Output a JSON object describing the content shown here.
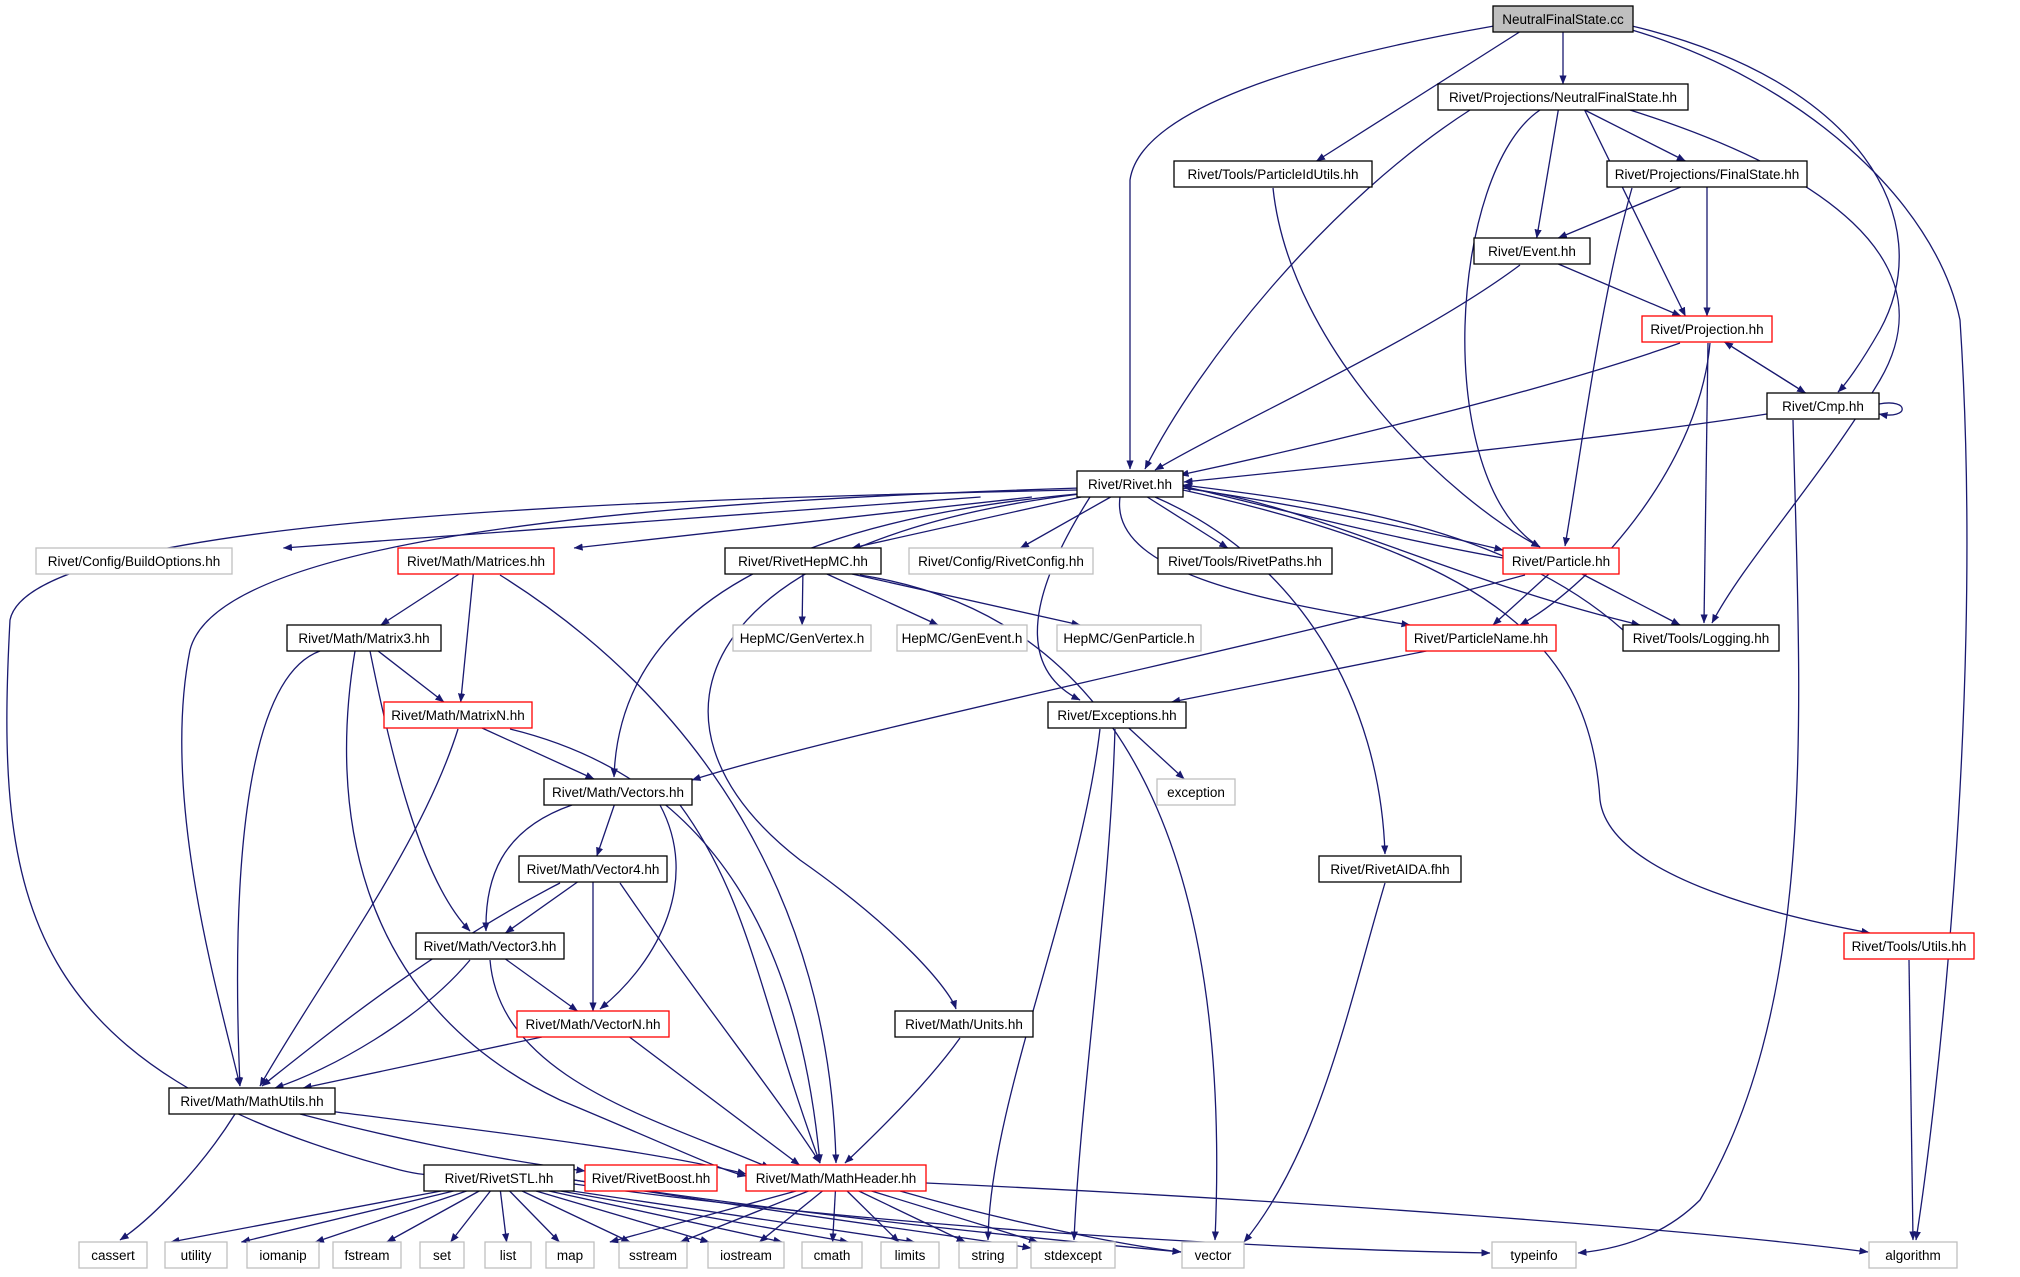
{
  "diagram": {
    "kind": "include-dependency-graph",
    "palette": {
      "root_fill": "#bfbfbf",
      "normal_border": "#000000",
      "truncated_border": "#ff0000",
      "external_border": "#bfbfbf",
      "edge": "#191970"
    },
    "nodes": [
      {
        "id": "nfs_cc",
        "label": "NeutralFinalState.cc",
        "kind": "root"
      },
      {
        "id": "proj_nfs",
        "label": "Rivet/Projections/NeutralFinalState.hh",
        "kind": "normal"
      },
      {
        "id": "pid_utils",
        "label": "Rivet/Tools/ParticleIdUtils.hh",
        "kind": "normal"
      },
      {
        "id": "proj_fs",
        "label": "Rivet/Projections/FinalState.hh",
        "kind": "normal"
      },
      {
        "id": "event",
        "label": "Rivet/Event.hh",
        "kind": "normal"
      },
      {
        "id": "projection",
        "label": "Rivet/Projection.hh",
        "kind": "truncated"
      },
      {
        "id": "cmp",
        "label": "Rivet/Cmp.hh",
        "kind": "normal"
      },
      {
        "id": "rivet",
        "label": "Rivet/Rivet.hh",
        "kind": "normal"
      },
      {
        "id": "buildopts",
        "label": "Rivet/Config/BuildOptions.hh",
        "kind": "external"
      },
      {
        "id": "matrices",
        "label": "Rivet/Math/Matrices.hh",
        "kind": "truncated"
      },
      {
        "id": "hepmc",
        "label": "Rivet/RivetHepMC.hh",
        "kind": "normal"
      },
      {
        "id": "rivetconfig",
        "label": "Rivet/Config/RivetConfig.hh",
        "kind": "external"
      },
      {
        "id": "rivetpaths",
        "label": "Rivet/Tools/RivetPaths.hh",
        "kind": "normal"
      },
      {
        "id": "particle",
        "label": "Rivet/Particle.hh",
        "kind": "truncated"
      },
      {
        "id": "matrix3",
        "label": "Rivet/Math/Matrix3.hh",
        "kind": "normal"
      },
      {
        "id": "genvertex",
        "label": "HepMC/GenVertex.h",
        "kind": "external"
      },
      {
        "id": "genevent",
        "label": "HepMC/GenEvent.h",
        "kind": "external"
      },
      {
        "id": "genparticle",
        "label": "HepMC/GenParticle.h",
        "kind": "external"
      },
      {
        "id": "particlename",
        "label": "Rivet/ParticleName.hh",
        "kind": "truncated"
      },
      {
        "id": "logging",
        "label": "Rivet/Tools/Logging.hh",
        "kind": "normal"
      },
      {
        "id": "matrixn",
        "label": "Rivet/Math/MatrixN.hh",
        "kind": "truncated"
      },
      {
        "id": "exceptions",
        "label": "Rivet/Exceptions.hh",
        "kind": "normal"
      },
      {
        "id": "vectors",
        "label": "Rivet/Math/Vectors.hh",
        "kind": "normal"
      },
      {
        "id": "exception",
        "label": "exception",
        "kind": "external"
      },
      {
        "id": "vector4",
        "label": "Rivet/Math/Vector4.hh",
        "kind": "normal"
      },
      {
        "id": "aida",
        "label": "Rivet/RivetAIDA.fhh",
        "kind": "normal"
      },
      {
        "id": "vector3",
        "label": "Rivet/Math/Vector3.hh",
        "kind": "normal"
      },
      {
        "id": "toolsutils",
        "label": "Rivet/Tools/Utils.hh",
        "kind": "truncated"
      },
      {
        "id": "vectorn",
        "label": "Rivet/Math/VectorN.hh",
        "kind": "truncated"
      },
      {
        "id": "units",
        "label": "Rivet/Math/Units.hh",
        "kind": "normal"
      },
      {
        "id": "mathutils",
        "label": "Rivet/Math/MathUtils.hh",
        "kind": "normal"
      },
      {
        "id": "rivetstl",
        "label": "Rivet/RivetSTL.hh",
        "kind": "normal"
      },
      {
        "id": "rivetboost",
        "label": "Rivet/RivetBoost.hh",
        "kind": "truncated"
      },
      {
        "id": "mathheader",
        "label": "Rivet/Math/MathHeader.hh",
        "kind": "truncated"
      },
      {
        "id": "cassert",
        "label": "cassert",
        "kind": "external"
      },
      {
        "id": "utility",
        "label": "utility",
        "kind": "external"
      },
      {
        "id": "iomanip",
        "label": "iomanip",
        "kind": "external"
      },
      {
        "id": "fstream",
        "label": "fstream",
        "kind": "external"
      },
      {
        "id": "set",
        "label": "set",
        "kind": "external"
      },
      {
        "id": "list",
        "label": "list",
        "kind": "external"
      },
      {
        "id": "map",
        "label": "map",
        "kind": "external"
      },
      {
        "id": "sstream",
        "label": "sstream",
        "kind": "external"
      },
      {
        "id": "iostream",
        "label": "iostream",
        "kind": "external"
      },
      {
        "id": "cmath",
        "label": "cmath",
        "kind": "external"
      },
      {
        "id": "limits",
        "label": "limits",
        "kind": "external"
      },
      {
        "id": "string",
        "label": "string",
        "kind": "external"
      },
      {
        "id": "stdexcept",
        "label": "stdexcept",
        "kind": "external"
      },
      {
        "id": "vector",
        "label": "vector",
        "kind": "external"
      },
      {
        "id": "typeinfo",
        "label": "typeinfo",
        "kind": "external"
      },
      {
        "id": "algorithm",
        "label": "algorithm",
        "kind": "external"
      }
    ],
    "edges": [
      [
        "nfs_cc",
        "proj_nfs"
      ],
      [
        "nfs_cc",
        "rivet"
      ],
      [
        "nfs_cc",
        "pid_utils"
      ],
      [
        "nfs_cc",
        "cmp"
      ],
      [
        "nfs_cc",
        "algorithm"
      ],
      [
        "proj_nfs",
        "rivet"
      ],
      [
        "proj_nfs",
        "proj_fs"
      ],
      [
        "proj_nfs",
        "event"
      ],
      [
        "proj_nfs",
        "projection"
      ],
      [
        "proj_nfs",
        "particle"
      ],
      [
        "proj_nfs",
        "logging"
      ],
      [
        "pid_utils",
        "particle"
      ],
      [
        "proj_fs",
        "event"
      ],
      [
        "proj_fs",
        "projection"
      ],
      [
        "proj_fs",
        "particle"
      ],
      [
        "event",
        "projection"
      ],
      [
        "event",
        "rivet"
      ],
      [
        "projection",
        "rivet"
      ],
      [
        "projection",
        "cmp"
      ],
      [
        "projection",
        "logging"
      ],
      [
        "projection",
        "particlename"
      ],
      [
        "cmp",
        "projection"
      ],
      [
        "cmp",
        "cmp"
      ],
      [
        "cmp",
        "rivet"
      ],
      [
        "cmp",
        "typeinfo"
      ],
      [
        "rivet",
        "buildopts"
      ],
      [
        "rivet",
        "matrices"
      ],
      [
        "rivet",
        "hepmc"
      ],
      [
        "rivet",
        "rivetconfig"
      ],
      [
        "rivet",
        "rivetpaths"
      ],
      [
        "rivet",
        "particle"
      ],
      [
        "rivet",
        "logging"
      ],
      [
        "rivet",
        "particlename"
      ],
      [
        "rivet",
        "exceptions"
      ],
      [
        "rivet",
        "vectors"
      ],
      [
        "rivet",
        "mathutils"
      ],
      [
        "rivet",
        "units"
      ],
      [
        "rivet",
        "aida"
      ],
      [
        "rivet",
        "toolsutils"
      ],
      [
        "rivet",
        "rivetstl"
      ],
      [
        "particle",
        "rivet"
      ],
      [
        "particle",
        "particlename"
      ],
      [
        "particle",
        "logging"
      ],
      [
        "particle",
        "vectors"
      ],
      [
        "matrices",
        "matrix3"
      ],
      [
        "matrices",
        "matrixn"
      ],
      [
        "matrices",
        "mathheader"
      ],
      [
        "hepmc",
        "genvertex"
      ],
      [
        "hepmc",
        "genevent"
      ],
      [
        "hepmc",
        "genparticle"
      ],
      [
        "hepmc",
        "vector"
      ],
      [
        "particlename",
        "exceptions"
      ],
      [
        "logging",
        "rivet"
      ],
      [
        "matrix3",
        "matrixn"
      ],
      [
        "matrix3",
        "mathutils"
      ],
      [
        "matrix3",
        "vector3"
      ],
      [
        "matrix3",
        "mathheader"
      ],
      [
        "matrixn",
        "vectors"
      ],
      [
        "matrixn",
        "mathutils"
      ],
      [
        "matrixn",
        "mathheader"
      ],
      [
        "exceptions",
        "exception"
      ],
      [
        "exceptions",
        "string"
      ],
      [
        "exceptions",
        "stdexcept"
      ],
      [
        "vectors",
        "vector4"
      ],
      [
        "vectors",
        "vector3"
      ],
      [
        "vectors",
        "vectorn"
      ],
      [
        "vectors",
        "mathheader"
      ],
      [
        "vector4",
        "vector3"
      ],
      [
        "vector4",
        "vectorn"
      ],
      [
        "vector4",
        "mathutils"
      ],
      [
        "vector4",
        "mathheader"
      ],
      [
        "vector3",
        "vectorn"
      ],
      [
        "vector3",
        "mathutils"
      ],
      [
        "vector3",
        "mathheader"
      ],
      [
        "vectorn",
        "mathutils"
      ],
      [
        "vectorn",
        "mathheader"
      ],
      [
        "aida",
        "vector"
      ],
      [
        "toolsutils",
        "algorithm"
      ],
      [
        "units",
        "mathheader"
      ],
      [
        "mathutils",
        "rivetboost"
      ],
      [
        "mathutils",
        "mathheader"
      ],
      [
        "mathutils",
        "cassert"
      ],
      [
        "rivetstl",
        "cassert"
      ],
      [
        "rivetstl",
        "utility"
      ],
      [
        "rivetstl",
        "iomanip"
      ],
      [
        "rivetstl",
        "fstream"
      ],
      [
        "rivetstl",
        "set"
      ],
      [
        "rivetstl",
        "list"
      ],
      [
        "rivetstl",
        "map"
      ],
      [
        "rivetstl",
        "sstream"
      ],
      [
        "rivetstl",
        "iostream"
      ],
      [
        "rivetstl",
        "cmath"
      ],
      [
        "rivetstl",
        "limits"
      ],
      [
        "rivetstl",
        "string"
      ],
      [
        "rivetstl",
        "stdexcept"
      ],
      [
        "rivetstl",
        "vector"
      ],
      [
        "rivetstl",
        "typeinfo"
      ],
      [
        "mathheader",
        "map"
      ],
      [
        "mathheader",
        "sstream"
      ],
      [
        "mathheader",
        "iostream"
      ],
      [
        "mathheader",
        "cmath"
      ],
      [
        "mathheader",
        "limits"
      ],
      [
        "mathheader",
        "string"
      ],
      [
        "mathheader",
        "stdexcept"
      ],
      [
        "mathheader",
        "vector"
      ],
      [
        "mathheader",
        "algorithm"
      ]
    ]
  }
}
